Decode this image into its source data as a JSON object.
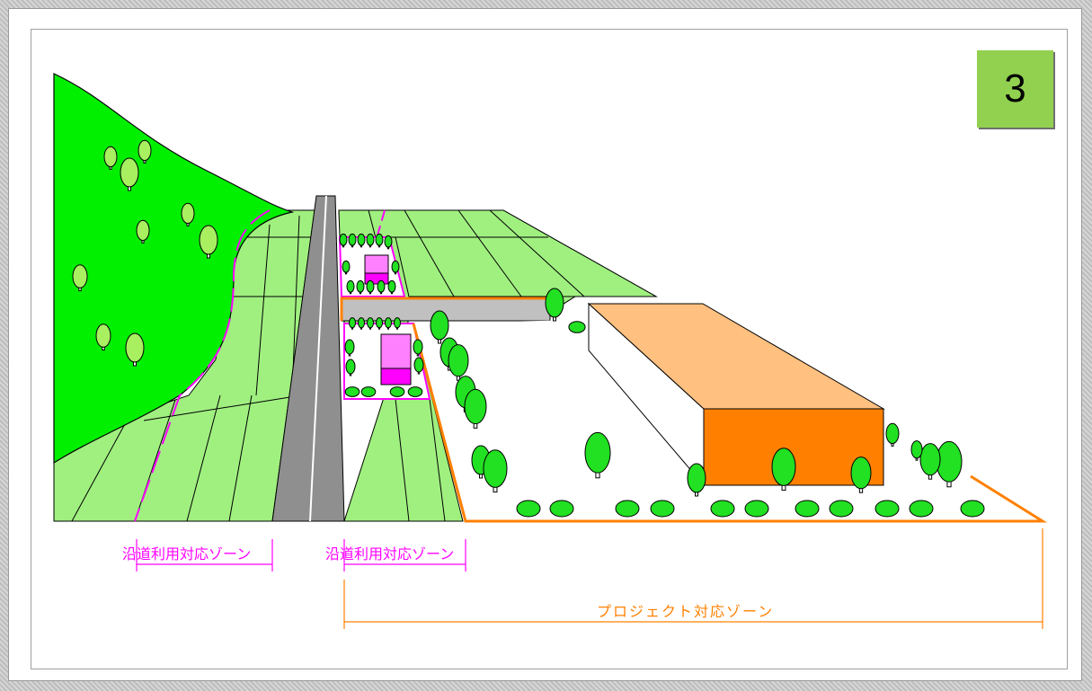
{
  "badge": {
    "number": "3"
  },
  "labels": {
    "roadside_left": "沿道利用対応ゾーン",
    "roadside_right": "沿道利用対応ゾーン",
    "project": "プロジェクト対応ゾーン"
  },
  "colors": {
    "hill": "#00f000",
    "field": "#a0f080",
    "road": "#909090",
    "zone_roadside": "#ff00ff",
    "zone_project": "#ff8000",
    "building_roof": "#ffc080",
    "building_front": "#ff8000",
    "small_building": "#ff80ff",
    "bridge": "#c0c0c0",
    "tree": "#22e022",
    "badge": "#92d050"
  }
}
